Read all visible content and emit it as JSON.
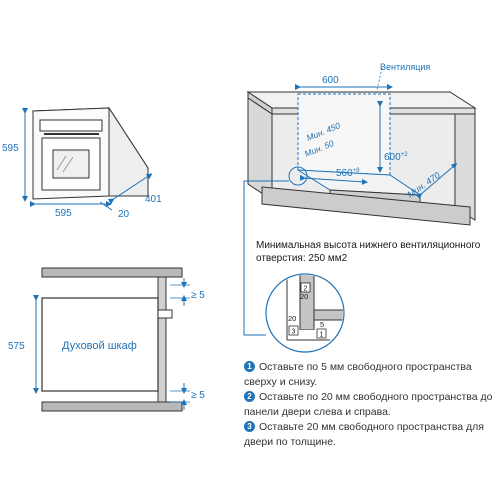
{
  "oven_front": {
    "height": "595",
    "width": "595",
    "depth": "401",
    "door_depth": "20"
  },
  "cabinet_install": {
    "width": "600",
    "height": "600",
    "height_sup": "+2",
    "depth": "560",
    "depth_sup": "+8",
    "min_depth": "Мин. 470",
    "min_450": "Мин. 450",
    "min_50": "Мин. 50",
    "ventilation": "Вентиляция",
    "vent_note": "Минимальная высота нижнего вентиляционного отверстия: 250 мм2"
  },
  "side_view": {
    "oven_label": "Духовой шкаф",
    "height": "575",
    "gap_top": "≥ 5",
    "gap_bottom": "≥ 5"
  },
  "detail": {
    "d20_top": "20",
    "d20_bottom": "20",
    "d5": "5",
    "marker_1": "1",
    "marker_2": "2",
    "marker_3": "3"
  },
  "notes": [
    {
      "num": "1",
      "text": "Оставьте по 5 мм свободного пространства сверху и снизу."
    },
    {
      "num": "2",
      "text": "Оставьте по 20 мм свободного пространства до панели двери слева и справа."
    },
    {
      "num": "3",
      "text": "Оставьте 20 мм свободного пространства для двери по толщине."
    }
  ],
  "colors": {
    "accent": "#1f73b8",
    "line": "#333333",
    "shade": "#b8b8b8"
  }
}
